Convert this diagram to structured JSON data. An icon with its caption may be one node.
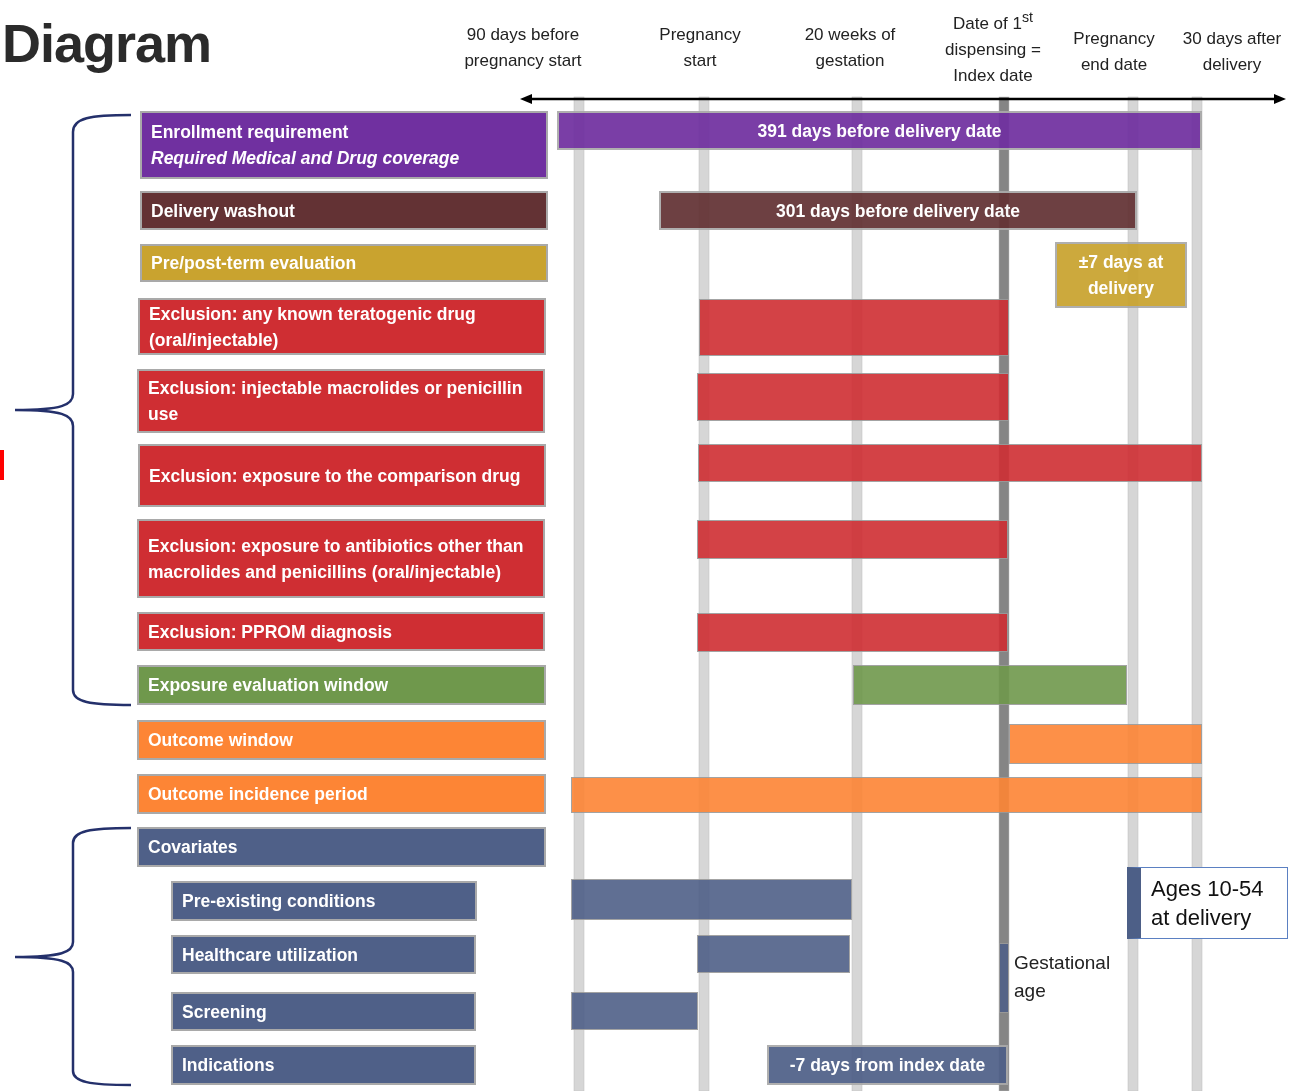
{
  "diagram": {
    "title": "Diagram",
    "nodes": [
      {
        "text": [
          "Enrollment requirement",
          "Required Medical and Drug coverage"
        ]
      },
      {
        "text": [
          "391 days before delivery date"
        ]
      },
      {
        "text": [
          "Delivery washout"
        ]
      },
      {
        "text": [
          "301 days before delivery date"
        ]
      },
      {
        "text": [
          "Pre/post-term evaluation"
        ]
      },
      {
        "text": [
          "±7 days at delivery"
        ]
      },
      {
        "text": [
          "Exclusion: any known teratogenic drug (oral/injectable)"
        ]
      },
      {
        "text": [],
        "shape": "bar"
      },
      {
        "text": [
          "Exclusion: injectable macrolides or penicillin use"
        ]
      },
      {
        "text": [],
        "shape": "bar"
      },
      {
        "text": [
          "Exclusion: exposure to the comparison drug"
        ]
      },
      {
        "text": [],
        "shape": "bar"
      },
      {
        "text": [
          "Exclusion: exposure to antibiotics other than macrolides and penicillins (oral/injectable)"
        ]
      },
      {
        "text": [],
        "shape": "bar"
      },
      {
        "text": [
          "Exclusion: PPROM diagnosis"
        ]
      },
      {
        "text": [],
        "shape": "bar"
      },
      {
        "text": [
          "Exposure evaluation window"
        ]
      },
      {
        "text": [],
        "shape": "bar"
      },
      {
        "text": [
          "Outcome window"
        ]
      },
      {
        "text": [],
        "shape": "bar"
      },
      {
        "text": [
          "Outcome incidence period"
        ]
      },
      {
        "text": [],
        "shape": "bar"
      },
      {
        "text": [
          "Covariates"
        ]
      },
      {
        "text": [
          "Pre-existing conditions"
        ]
      },
      {
        "text": [],
        "shape": "bar"
      },
      {
        "text": [
          "Healthcare utilization"
        ]
      },
      {
        "text": [],
        "shape": "bar"
      },
      {
        "text": [
          "Screening"
        ]
      },
      {
        "text": [],
        "shape": "bar"
      },
      {
        "text": [
          "Indications"
        ]
      },
      {
        "text": [
          "-7 days from index date"
        ]
      },
      {
        "text": [],
        "shape": "bar",
        "beside": [
          "Gestational age"
        ]
      },
      {
        "text": [
          "Ages 10-54 at delivery"
        ]
      }
    ],
    "labels": [
      "90 days before pregnancy start",
      "Pregnancy start",
      "20 weeks of gestation",
      "Date of 1$^{st}$ dispensing = Index date",
      "Pregnancy end date",
      "30 days after delivery"
    ]
  }
}
